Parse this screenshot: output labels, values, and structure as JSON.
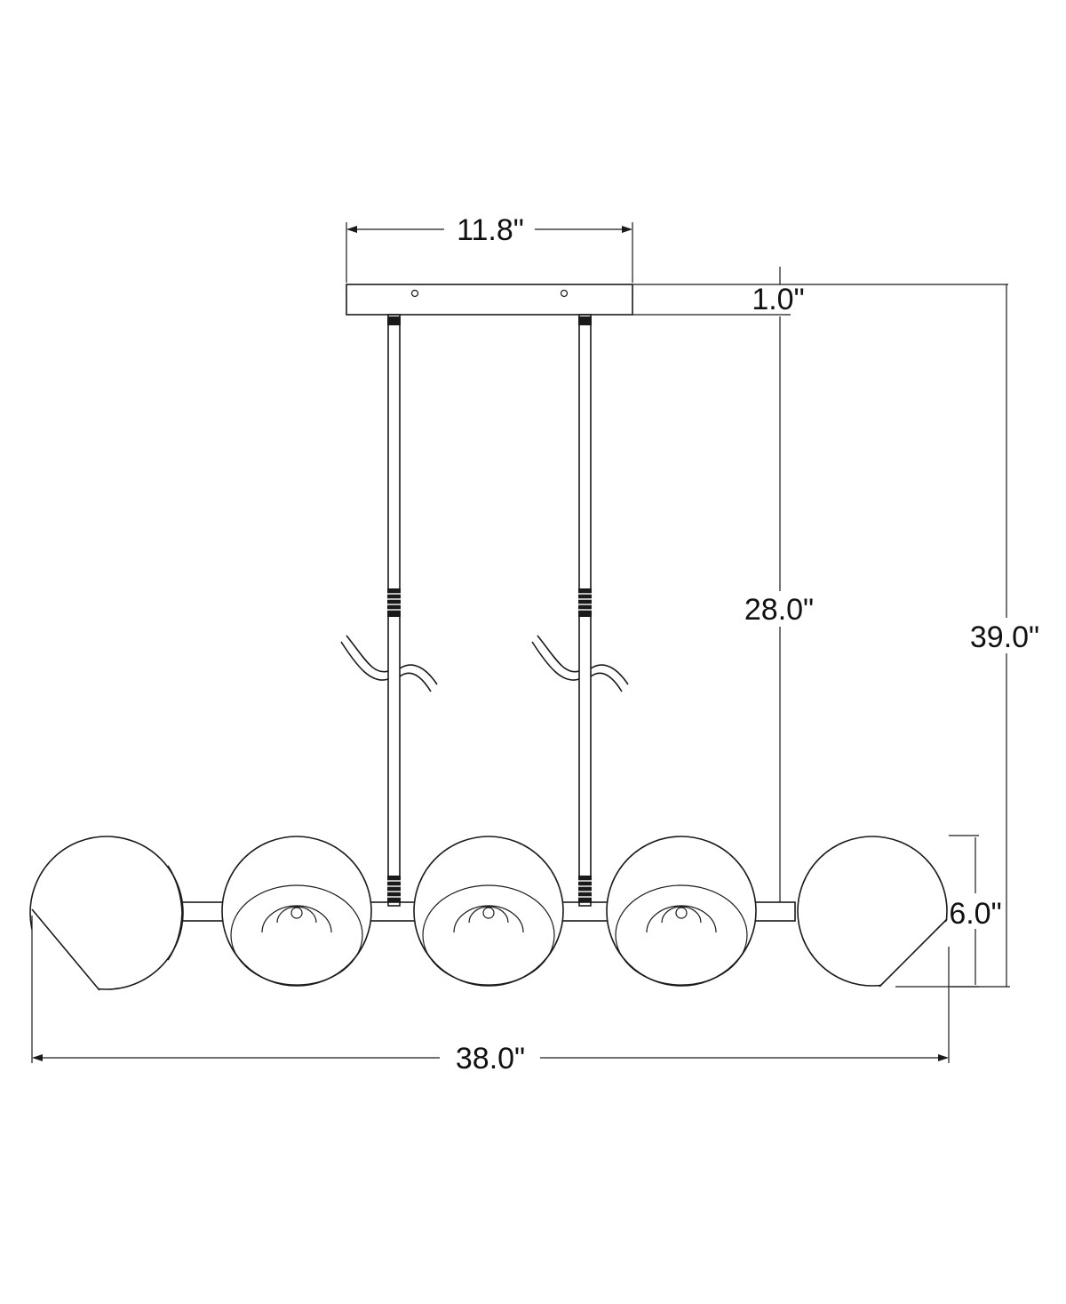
{
  "dimensions": {
    "canopy_width": "11.8\"",
    "canopy_height": "1.0\"",
    "rod_drop": "28.0\"",
    "overall_height": "39.0\"",
    "shade_height": "6.0\"",
    "overall_width": "38.0\""
  },
  "colors": {
    "line": "#1a1a1a",
    "background": "#ffffff"
  }
}
